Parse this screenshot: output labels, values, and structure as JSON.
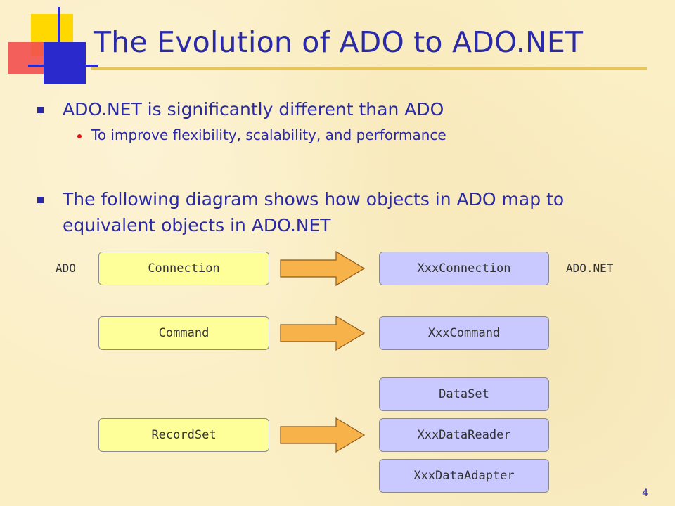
{
  "slide": {
    "title": "The Evolution of ADO to ADO.NET",
    "bullets": [
      {
        "text": "ADO.NET is significantly different than ADO",
        "sub": "To improve flexibility, scalability, and performance"
      },
      {
        "text_line1": "The following diagram shows how objects in ADO map to",
        "text_line2": "equivalent objects in ADO.NET"
      }
    ],
    "page_number": "4"
  },
  "diagram": {
    "left_label": "ADO",
    "right_label": "ADO.NET",
    "ado_objects": [
      "Connection",
      "Command",
      "RecordSet"
    ],
    "adonet_objects": [
      "XxxConnection",
      "XxxCommand",
      "DataSet",
      "XxxDataReader",
      "XxxDataAdapter"
    ],
    "colors": {
      "ado_box": "#ffff99",
      "adonet_box": "#c9c9ff",
      "arrow": "#f7b34a",
      "title": "#2a2aa8",
      "bullet_dot": "#e01010"
    }
  }
}
